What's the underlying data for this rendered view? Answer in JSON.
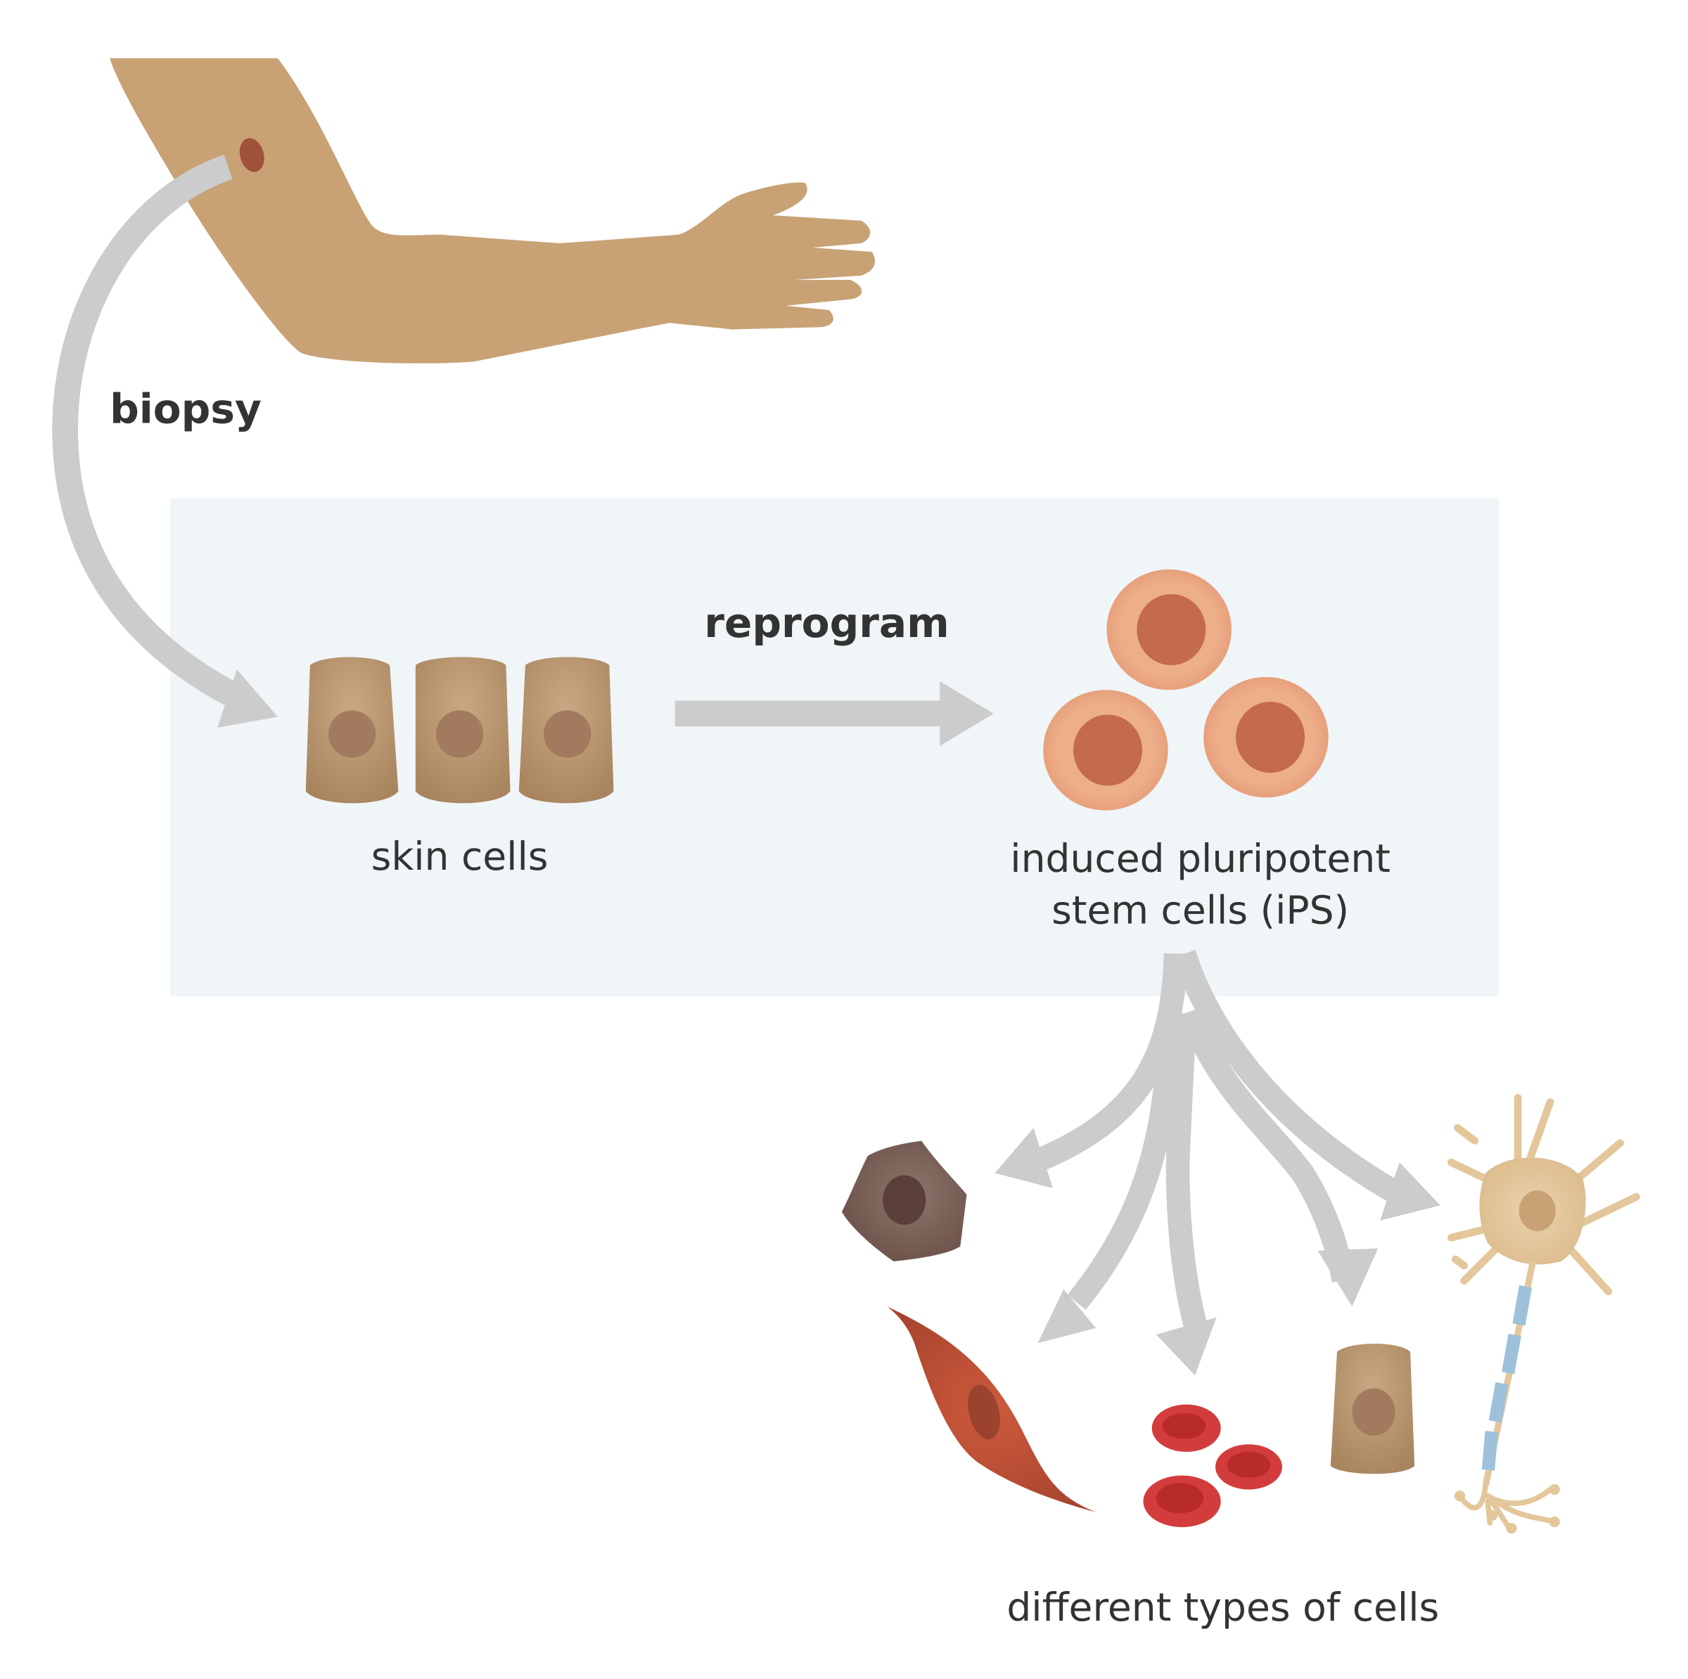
{
  "diagram": {
    "title": "Induced pluripotent stem cell generation",
    "labels": {
      "biopsy": "biopsy",
      "reprogram": "reprogram",
      "skin_cells": "skin cells",
      "ips_line1": "induced pluripotent",
      "ips_line2": "stem cells (iPS)",
      "different_types": "different types of cells"
    },
    "steps": [
      {
        "from": "arm",
        "to": "skin cells",
        "label": "biopsy"
      },
      {
        "from": "skin cells",
        "to": "induced pluripotent stem cells (iPS)",
        "label": "reprogram"
      },
      {
        "from": "induced pluripotent stem cells (iPS)",
        "to": "different types of cells",
        "label": ""
      }
    ],
    "derived_cell_types": [
      "pigment/epithelial cell",
      "smooth muscle cell",
      "red blood cells",
      "skin cell",
      "neuron"
    ],
    "colors": {
      "skin": "#c8a275",
      "biopsy_spot": "#a0523a",
      "arrow": "#cccccc",
      "panel": "#f0f5f8",
      "skin_cell": "#b99670",
      "skin_cell_nucleus": "#a27b5e",
      "ips_cytoplasm": "#eba883",
      "ips_nucleus": "#c46a4e",
      "dark_cell": "#7b625a",
      "dark_nucleus": "#5a4039",
      "muscle": "#c45538",
      "muscle_nucleus": "#9b432f",
      "rbc": "#d23c3c",
      "rbc_center": "#b92a2a",
      "neuron": "#e3c79b",
      "neuron_nucleus": "#c8a275",
      "myelin": "#9dc1da",
      "text": "#333333"
    }
  }
}
